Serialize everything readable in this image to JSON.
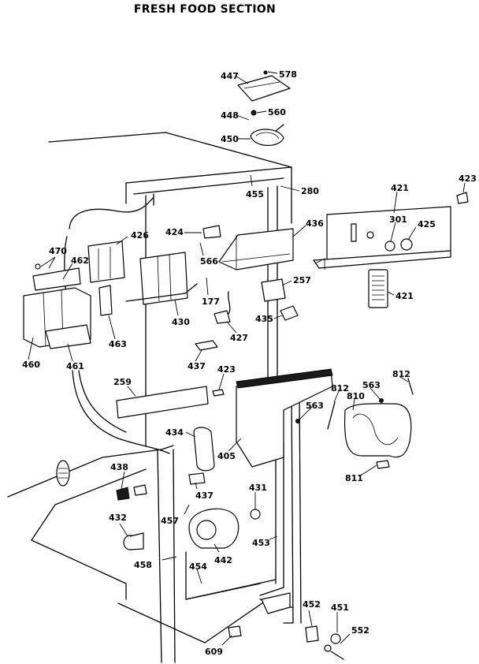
{
  "header": {
    "title_partial": "",
    "section_title": "FRESH FOOD SECTION"
  },
  "parts": {
    "p447": "447",
    "p578": "578",
    "p448": "448",
    "p560": "560",
    "p450": "450",
    "p455": "455",
    "p280": "280",
    "p421a": "421",
    "p423a": "423",
    "p436": "436",
    "p424": "424",
    "p426": "426",
    "p301": "301",
    "p425": "425",
    "p470": "470",
    "p462": "462",
    "p566": "566",
    "p257": "257",
    "p421b": "421",
    "p177": "177",
    "p435": "435",
    "p430": "430",
    "p463": "463",
    "p427": "427",
    "p460": "460",
    "p461": "461",
    "p437a": "437",
    "p423b": "423",
    "p812a": "812",
    "p259": "259",
    "p812b": "812",
    "p563a": "563",
    "p810": "810",
    "p563b": "563",
    "p434": "434",
    "p405": "405",
    "p811": "811",
    "p438": "438",
    "p437b": "437",
    "p431": "431",
    "p457": "457",
    "p432": "432",
    "p453": "453",
    "p442": "442",
    "p458": "458",
    "p454": "454",
    "p452": "452",
    "p451": "451",
    "p552": "552",
    "p609": "609"
  }
}
